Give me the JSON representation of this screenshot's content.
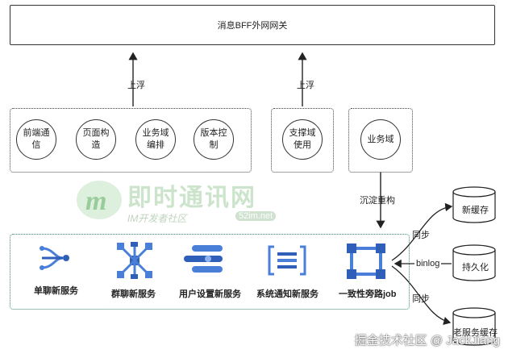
{
  "gateway": {
    "label": "消息BFF外网网关"
  },
  "arrows": {
    "float_up_left": "上浮",
    "float_up_middle": "上浮",
    "sediment": "沉淀重构"
  },
  "groups": {
    "left": {
      "items": [
        {
          "line1": "前端通",
          "line2": "信"
        },
        {
          "line1": "页面构",
          "line2": "造"
        },
        {
          "line1": "业务域",
          "line2": "编排"
        },
        {
          "line1": "版本控",
          "line2": "制"
        }
      ]
    },
    "middle": {
      "items": [
        {
          "line1": "支撑域",
          "line2": "使用"
        }
      ]
    },
    "right": {
      "items": [
        {
          "line1": "业务域",
          "line2": ""
        }
      ]
    }
  },
  "services": [
    {
      "label": "单聊新服务",
      "icon": "single-chat-icon"
    },
    {
      "label": "群聊新服务",
      "icon": "group-chat-icon"
    },
    {
      "label": "用户设置新服务",
      "icon": "user-settings-icon"
    },
    {
      "label": "系统通知新服务",
      "icon": "system-notify-icon"
    },
    {
      "label": "一致性旁路job",
      "icon": "bypass-job-icon"
    }
  ],
  "storage": {
    "new_cache": "新缓存",
    "persist": "持久化",
    "old_cache": "老服务缓存"
  },
  "edges": {
    "sync_top": "同步",
    "binlog": "binlog",
    "sync_bottom": "同步"
  },
  "watermarks": {
    "logo_text": "即时通讯网",
    "logo_sub": "IM开发者社区",
    "logo_url": "52im.net",
    "footer": "掘金技术社区 @ JackJiang"
  },
  "colors": {
    "service_blue": "#4a7fd9",
    "service_dark": "#2f5fb8",
    "green_border": "#3a8a72"
  }
}
